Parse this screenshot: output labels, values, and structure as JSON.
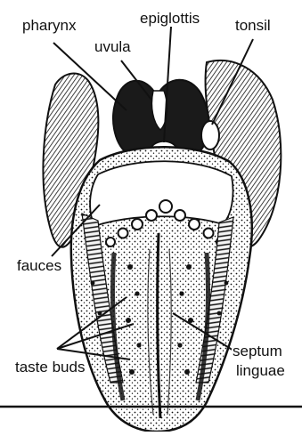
{
  "diagram": {
    "colors": {
      "ink": "#111111",
      "paper": "#ffffff",
      "shade": "#2a2a2a"
    },
    "labels": {
      "pharynx": "pharynx",
      "uvula": "uvula",
      "epiglottis": "epiglottis",
      "tonsil": "tonsil",
      "fauces": "fauces",
      "taste_buds": "taste buds",
      "septum": "septum",
      "linguae": "linguae"
    }
  }
}
